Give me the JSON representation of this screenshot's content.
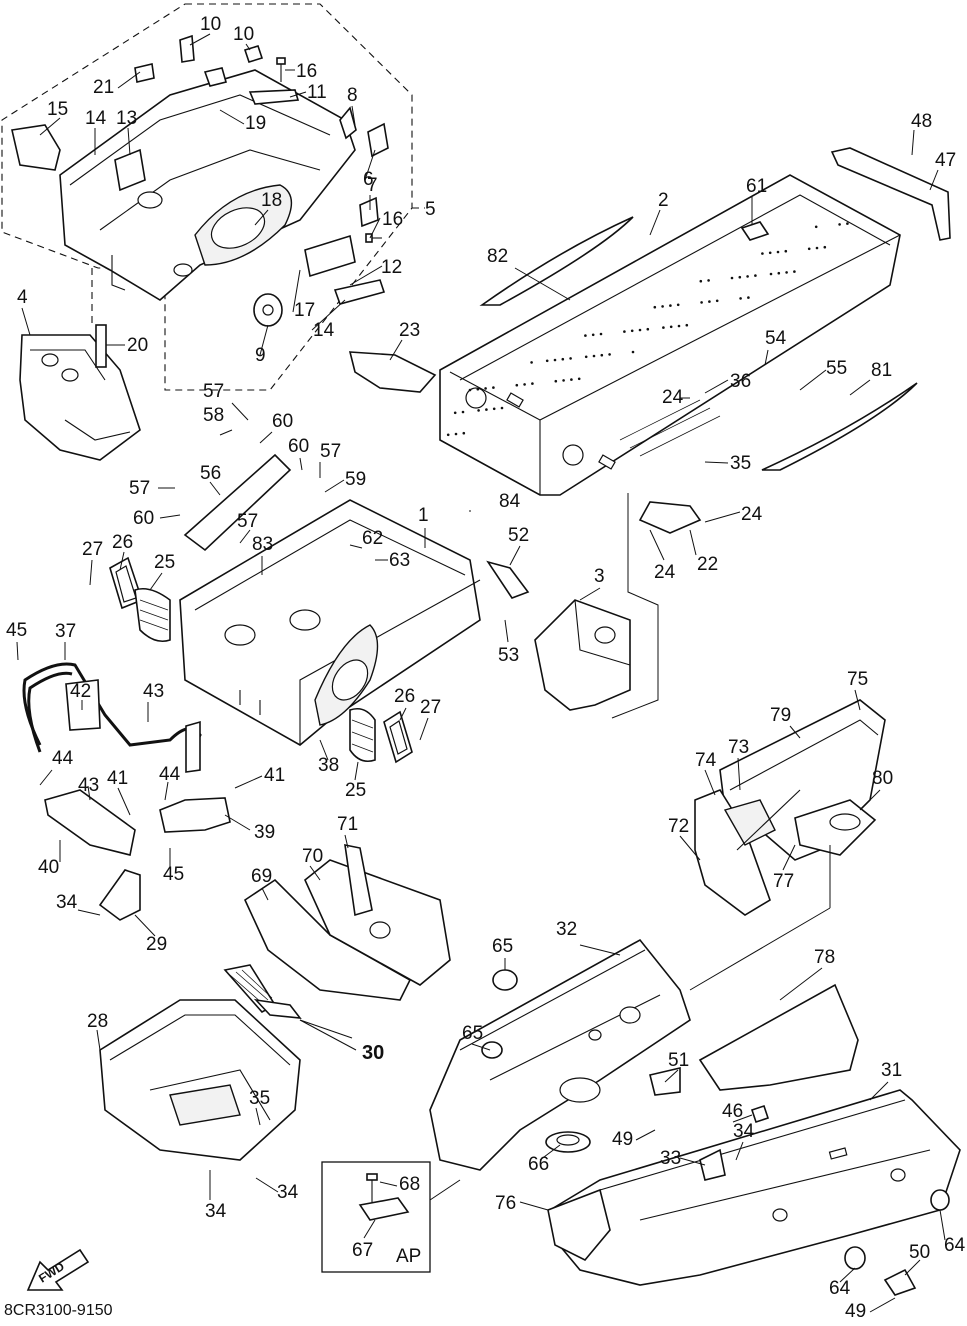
{
  "diagram": {
    "document_code": "8CR3100-9150",
    "fwd_label": "FWD",
    "ap_label": "AP",
    "callouts": [
      {
        "id": "c10a",
        "text": "10"
      },
      {
        "id": "c10b",
        "text": "10"
      },
      {
        "id": "c16a",
        "text": "16"
      },
      {
        "id": "c21",
        "text": "21"
      },
      {
        "id": "c11",
        "text": "11"
      },
      {
        "id": "c8",
        "text": "8"
      },
      {
        "id": "c15",
        "text": "15"
      },
      {
        "id": "c14a",
        "text": "14"
      },
      {
        "id": "c13",
        "text": "13"
      },
      {
        "id": "c19",
        "text": "19"
      },
      {
        "id": "c6",
        "text": "6"
      },
      {
        "id": "c7",
        "text": "7"
      },
      {
        "id": "c18",
        "text": "18"
      },
      {
        "id": "c16b",
        "text": "16"
      },
      {
        "id": "c5",
        "text": "5"
      },
      {
        "id": "c12",
        "text": "12"
      },
      {
        "id": "c17",
        "text": "17"
      },
      {
        "id": "c14b",
        "text": "14"
      },
      {
        "id": "c9",
        "text": "9"
      },
      {
        "id": "c4",
        "text": "4"
      },
      {
        "id": "c20",
        "text": "20"
      },
      {
        "id": "c23",
        "text": "23"
      },
      {
        "id": "c48",
        "text": "48"
      },
      {
        "id": "c47",
        "text": "47"
      },
      {
        "id": "c61",
        "text": "61"
      },
      {
        "id": "c2",
        "text": "2"
      },
      {
        "id": "c82",
        "text": "82"
      },
      {
        "id": "c54",
        "text": "54"
      },
      {
        "id": "c55",
        "text": "55"
      },
      {
        "id": "c81",
        "text": "81"
      },
      {
        "id": "c36",
        "text": "36"
      },
      {
        "id": "c24a",
        "text": "24"
      },
      {
        "id": "c35a",
        "text": "35"
      },
      {
        "id": "c24b",
        "text": "24"
      },
      {
        "id": "c24c",
        "text": "24"
      },
      {
        "id": "c22",
        "text": "22"
      },
      {
        "id": "c57a",
        "text": "57"
      },
      {
        "id": "c58",
        "text": "58"
      },
      {
        "id": "c60a",
        "text": "60"
      },
      {
        "id": "c60b",
        "text": "60"
      },
      {
        "id": "c57b",
        "text": "57"
      },
      {
        "id": "c59",
        "text": "59"
      },
      {
        "id": "c57c",
        "text": "57"
      },
      {
        "id": "c56",
        "text": "56"
      },
      {
        "id": "c60c",
        "text": "60"
      },
      {
        "id": "c57d",
        "text": "57"
      },
      {
        "id": "c84",
        "text": "84"
      },
      {
        "id": "c1",
        "text": "1"
      },
      {
        "id": "c62",
        "text": "62"
      },
      {
        "id": "c63",
        "text": "63"
      },
      {
        "id": "c83",
        "text": "83"
      },
      {
        "id": "c27a",
        "text": "27"
      },
      {
        "id": "c26a",
        "text": "26"
      },
      {
        "id": "c25a",
        "text": "25"
      },
      {
        "id": "c52",
        "text": "52"
      },
      {
        "id": "c3",
        "text": "3"
      },
      {
        "id": "c53",
        "text": "53"
      },
      {
        "id": "c45a",
        "text": "45"
      },
      {
        "id": "c37",
        "text": "37"
      },
      {
        "id": "c42",
        "text": "42"
      },
      {
        "id": "c43a",
        "text": "43"
      },
      {
        "id": "c44a",
        "text": "44"
      },
      {
        "id": "c43b",
        "text": "43"
      },
      {
        "id": "c41a",
        "text": "41"
      },
      {
        "id": "c44b",
        "text": "44"
      },
      {
        "id": "c41b",
        "text": "41"
      },
      {
        "id": "c26b",
        "text": "26"
      },
      {
        "id": "c27b",
        "text": "27"
      },
      {
        "id": "c38",
        "text": "38"
      },
      {
        "id": "c25b",
        "text": "25"
      },
      {
        "id": "c75",
        "text": "75"
      },
      {
        "id": "c79",
        "text": "79"
      },
      {
        "id": "c74",
        "text": "74"
      },
      {
        "id": "c73",
        "text": "73"
      },
      {
        "id": "c80",
        "text": "80"
      },
      {
        "id": "c72",
        "text": "72"
      },
      {
        "id": "c77",
        "text": "77"
      },
      {
        "id": "c40",
        "text": "40"
      },
      {
        "id": "c39",
        "text": "39"
      },
      {
        "id": "c45b",
        "text": "45"
      },
      {
        "id": "c71",
        "text": "71"
      },
      {
        "id": "c70",
        "text": "70"
      },
      {
        "id": "c69",
        "text": "69"
      },
      {
        "id": "c34a",
        "text": "34"
      },
      {
        "id": "c29",
        "text": "29"
      },
      {
        "id": "c65a",
        "text": "65"
      },
      {
        "id": "c32",
        "text": "32"
      },
      {
        "id": "c78",
        "text": "78"
      },
      {
        "id": "c28",
        "text": "28"
      },
      {
        "id": "c30",
        "text": "30"
      },
      {
        "id": "c65b",
        "text": "65"
      },
      {
        "id": "c51",
        "text": "51"
      },
      {
        "id": "c31",
        "text": "31"
      },
      {
        "id": "c35b",
        "text": "35"
      },
      {
        "id": "c46",
        "text": "46"
      },
      {
        "id": "c49a",
        "text": "49"
      },
      {
        "id": "c34b",
        "text": "34"
      },
      {
        "id": "c33",
        "text": "33"
      },
      {
        "id": "c66",
        "text": "66"
      },
      {
        "id": "c68",
        "text": "68"
      },
      {
        "id": "c76",
        "text": "76"
      },
      {
        "id": "c34c",
        "text": "34"
      },
      {
        "id": "c34d",
        "text": "34"
      },
      {
        "id": "c67",
        "text": "67"
      },
      {
        "id": "c64a",
        "text": "64"
      },
      {
        "id": "c50",
        "text": "50"
      },
      {
        "id": "c64b",
        "text": "64"
      },
      {
        "id": "c49b",
        "text": "49"
      }
    ]
  }
}
